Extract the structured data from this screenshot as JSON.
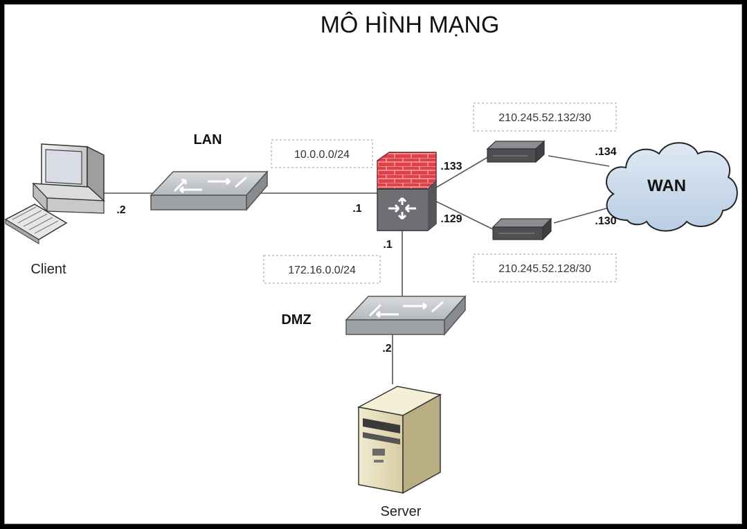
{
  "title": "MÔ HÌNH MẠNG",
  "zones": {
    "lan": "LAN",
    "dmz": "DMZ",
    "wan": "WAN"
  },
  "networks": {
    "lan": "10.0.0.0/24",
    "dmz": "172.16.0.0/24",
    "wan_top": "210.245.52.132/30",
    "wan_bottom": "210.245.52.128/30"
  },
  "devices": {
    "client": "Client",
    "server": "Server"
  },
  "ports": {
    "client": ".2",
    "fw_lan": ".1",
    "fw_dmz": ".1",
    "server": ".2",
    "fw_top": ".133",
    "fw_bottom": ".129",
    "wan_top": ".134",
    "wan_bottom": ".130"
  },
  "colors": {
    "firewall_brick": "#d9383f",
    "cloud": "#c9d9ea",
    "switch": "#b5b7ba"
  }
}
